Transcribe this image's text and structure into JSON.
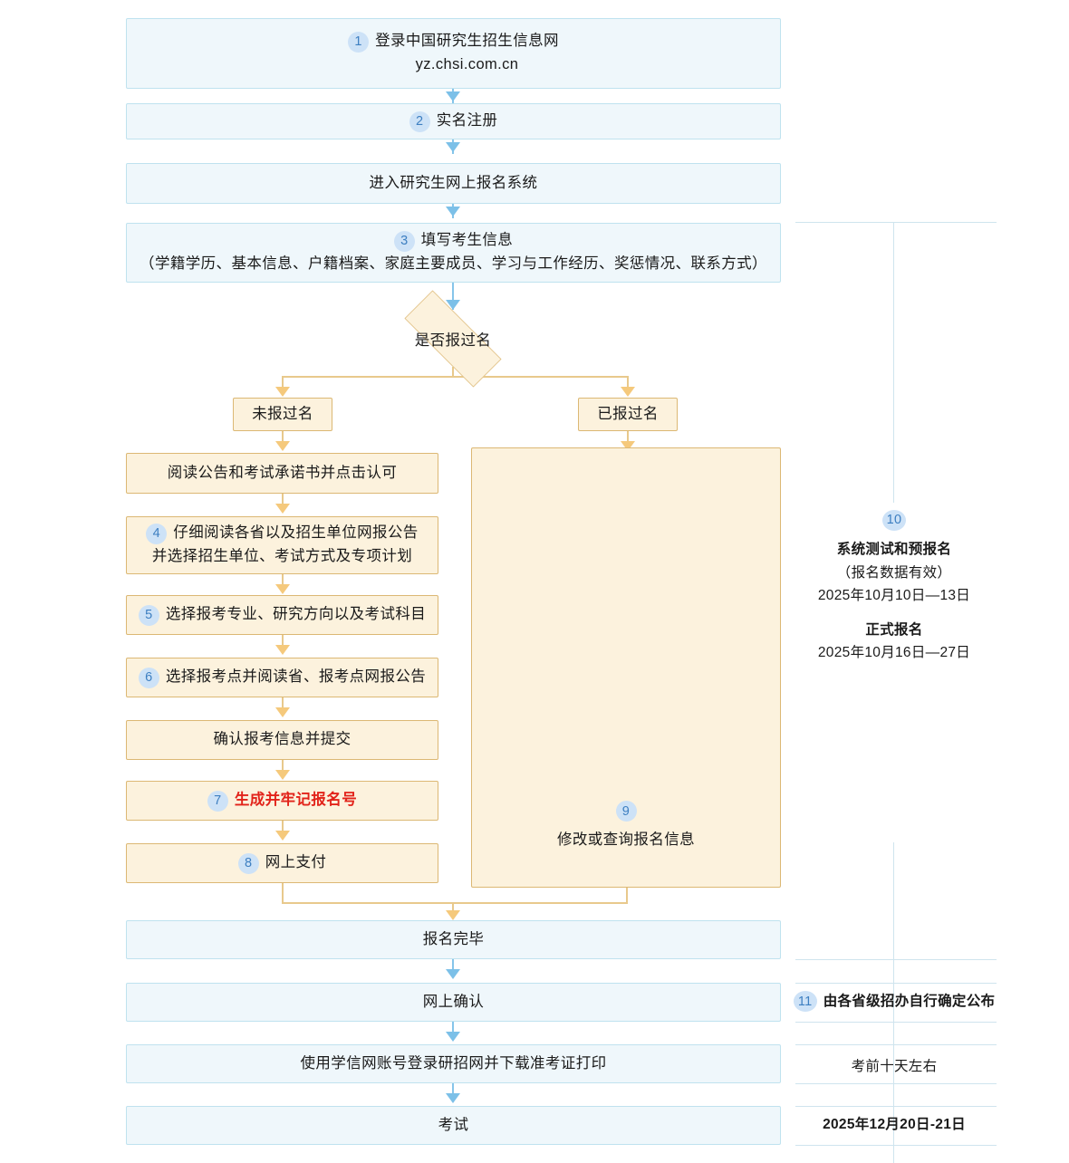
{
  "chart_data": {
    "type": "diagram",
    "title": "全国硕士研究生招生考试网上报名流程图",
    "nodes": [
      {
        "id": "n1",
        "step": "1",
        "text_lines": [
          "登录中国研究生招生信息网",
          "yz.chsi.com.cn"
        ],
        "style": "blue"
      },
      {
        "id": "n2",
        "step": "2",
        "text_lines": [
          "实名注册"
        ],
        "style": "blue"
      },
      {
        "id": "n3",
        "step": "",
        "text_lines": [
          "进入研究生网上报名系统"
        ],
        "style": "blue"
      },
      {
        "id": "n4",
        "step": "3",
        "text_lines": [
          "填写考生信息",
          "（学籍学历、基本信息、户籍档案、家庭主要成员、学习与工作经历、奖惩情况、联系方式）"
        ],
        "style": "blue"
      },
      {
        "id": "d1",
        "step": "",
        "text_lines": [
          "是否报过名"
        ],
        "style": "decision"
      },
      {
        "id": "b1",
        "step": "",
        "text_lines": [
          "未报过名"
        ],
        "style": "orange"
      },
      {
        "id": "b2",
        "step": "",
        "text_lines": [
          "已报过名"
        ],
        "style": "orange"
      },
      {
        "id": "n5",
        "step": "",
        "text_lines": [
          "阅读公告和考试承诺书并点击认可"
        ],
        "style": "orange"
      },
      {
        "id": "n6",
        "step": "4",
        "text_lines": [
          "仔细阅读各省以及招生单位网报公告",
          "并选择招生单位、考试方式及专项计划"
        ],
        "style": "orange"
      },
      {
        "id": "n7",
        "step": "5",
        "text_lines": [
          "选择报考专业、研究方向以及考试科目"
        ],
        "style": "orange"
      },
      {
        "id": "n8",
        "step": "6",
        "text_lines": [
          "选择报考点并阅读省、报考点网报公告"
        ],
        "style": "orange"
      },
      {
        "id": "n9",
        "step": "",
        "text_lines": [
          "确认报考信息并提交"
        ],
        "style": "orange"
      },
      {
        "id": "n10",
        "step": "7",
        "text_lines": [
          "生成并牢记报名号"
        ],
        "style": "orange-red"
      },
      {
        "id": "n11",
        "step": "8",
        "text_lines": [
          "网上支付"
        ],
        "style": "orange"
      },
      {
        "id": "n12",
        "step": "9",
        "text_lines": [
          "修改或查询报名信息"
        ],
        "style": "orange"
      },
      {
        "id": "n13",
        "step": "",
        "text_lines": [
          "报名完毕"
        ],
        "style": "blue"
      },
      {
        "id": "n14",
        "step": "",
        "text_lines": [
          "网上确认"
        ],
        "style": "blue"
      },
      {
        "id": "n15",
        "step": "",
        "text_lines": [
          "使用学信网账号登录研招网并下载准考证打印"
        ],
        "style": "blue"
      },
      {
        "id": "n16",
        "step": "",
        "text_lines": [
          "考试"
        ],
        "style": "blue"
      }
    ],
    "timeline": [
      {
        "step": "10",
        "title": "系统测试和预报名",
        "sub": "（报名数据有效）",
        "date": "2025年10月10日—13日",
        "title2": "正式报名",
        "date2": "2025年10月16日—27日"
      },
      {
        "step": "11",
        "text": "由各省级招办自行确定公布"
      },
      {
        "step": "",
        "text": "考前十天左右"
      },
      {
        "step": "",
        "text": "2025年12月20日-21日"
      }
    ]
  },
  "flow": {
    "step1": {
      "badge": "1",
      "line1": "登录中国研究生招生信息网",
      "line2": "yz.chsi.com.cn"
    },
    "step2": {
      "badge": "2",
      "label": "实名注册"
    },
    "step3": {
      "label": "进入研究生网上报名系统"
    },
    "step4": {
      "badge": "3",
      "label": "填写考生信息",
      "detail": "（学籍学历、基本信息、户籍档案、家庭主要成员、学习与工作经历、奖惩情况、联系方式）"
    },
    "decision": {
      "label": "是否报过名"
    },
    "branch_left": {
      "label": "未报过名"
    },
    "branch_right": {
      "label": "已报过名"
    },
    "step5": {
      "label": "阅读公告和考试承诺书并点击认可"
    },
    "step6": {
      "badge": "4",
      "line1": "仔细阅读各省以及招生单位网报公告",
      "line2": "并选择招生单位、考试方式及专项计划"
    },
    "step7": {
      "badge": "5",
      "label": "选择报考专业、研究方向以及考试科目"
    },
    "step8": {
      "badge": "6",
      "label": "选择报考点并阅读省、报考点网报公告"
    },
    "step9": {
      "label": "确认报考信息并提交"
    },
    "step10": {
      "badge": "7",
      "label": "生成并牢记报名号"
    },
    "step11": {
      "badge": "8",
      "label": "网上支付"
    },
    "step12": {
      "badge": "9",
      "label": "修改或查询报名信息"
    },
    "step13": {
      "label": "报名完毕"
    },
    "step14": {
      "label": "网上确认"
    },
    "step15": {
      "label": "使用学信网账号登录研招网并下载准考证打印"
    },
    "step16": {
      "label": "考试"
    }
  },
  "timeline": {
    "registration": {
      "badge": "10",
      "title1": "系统测试和预报名",
      "sub1": "（报名数据有效）",
      "date1": "2025年10月10日—13日",
      "title2": "正式报名",
      "date2": "2025年10月16日—27日"
    },
    "confirm": {
      "badge": "11",
      "text": "由各省级招办自行确定公布"
    },
    "ticket": {
      "text": "考前十天左右"
    },
    "exam": {
      "text": "2025年12月20日-21日"
    }
  },
  "colors": {
    "blue_fill": "#eff7fb",
    "blue_border": "#bfe2ef",
    "blue_arrow": "#7cc0e8",
    "orange_fill": "#fcf2dd",
    "orange_border": "#dcb874",
    "orange_arrow": "#f5c97c",
    "badge_bg": "#cde2f7",
    "badge_text": "#3d7fc1",
    "highlight_red": "#e2231a",
    "timeline_line": "#cfe4ee"
  }
}
